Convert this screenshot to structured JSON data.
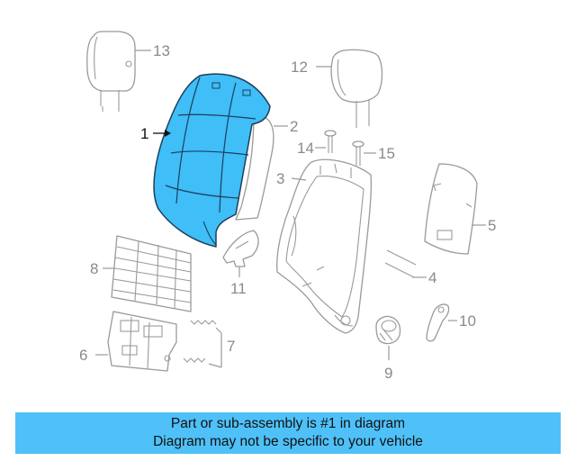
{
  "callouts": [
    {
      "id": "1",
      "label": "1",
      "highlighted": true
    },
    {
      "id": "2",
      "label": "2"
    },
    {
      "id": "3",
      "label": "3"
    },
    {
      "id": "4",
      "label": "4"
    },
    {
      "id": "5",
      "label": "5"
    },
    {
      "id": "6",
      "label": "6"
    },
    {
      "id": "7",
      "label": "7"
    },
    {
      "id": "8",
      "label": "8"
    },
    {
      "id": "9",
      "label": "9"
    },
    {
      "id": "10",
      "label": "10"
    },
    {
      "id": "11",
      "label": "11"
    },
    {
      "id": "12",
      "label": "12"
    },
    {
      "id": "13",
      "label": "13"
    },
    {
      "id": "14",
      "label": "14"
    },
    {
      "id": "15",
      "label": "15"
    }
  ],
  "banner": {
    "line1": "Part or sub-assembly is #1 in diagram",
    "line2": "Diagram may not be specific to your vehicle"
  },
  "colors": {
    "highlight": "#3fbef8",
    "banner_bg": "#4fc1f8",
    "line_gray": "#9a9a9a"
  }
}
